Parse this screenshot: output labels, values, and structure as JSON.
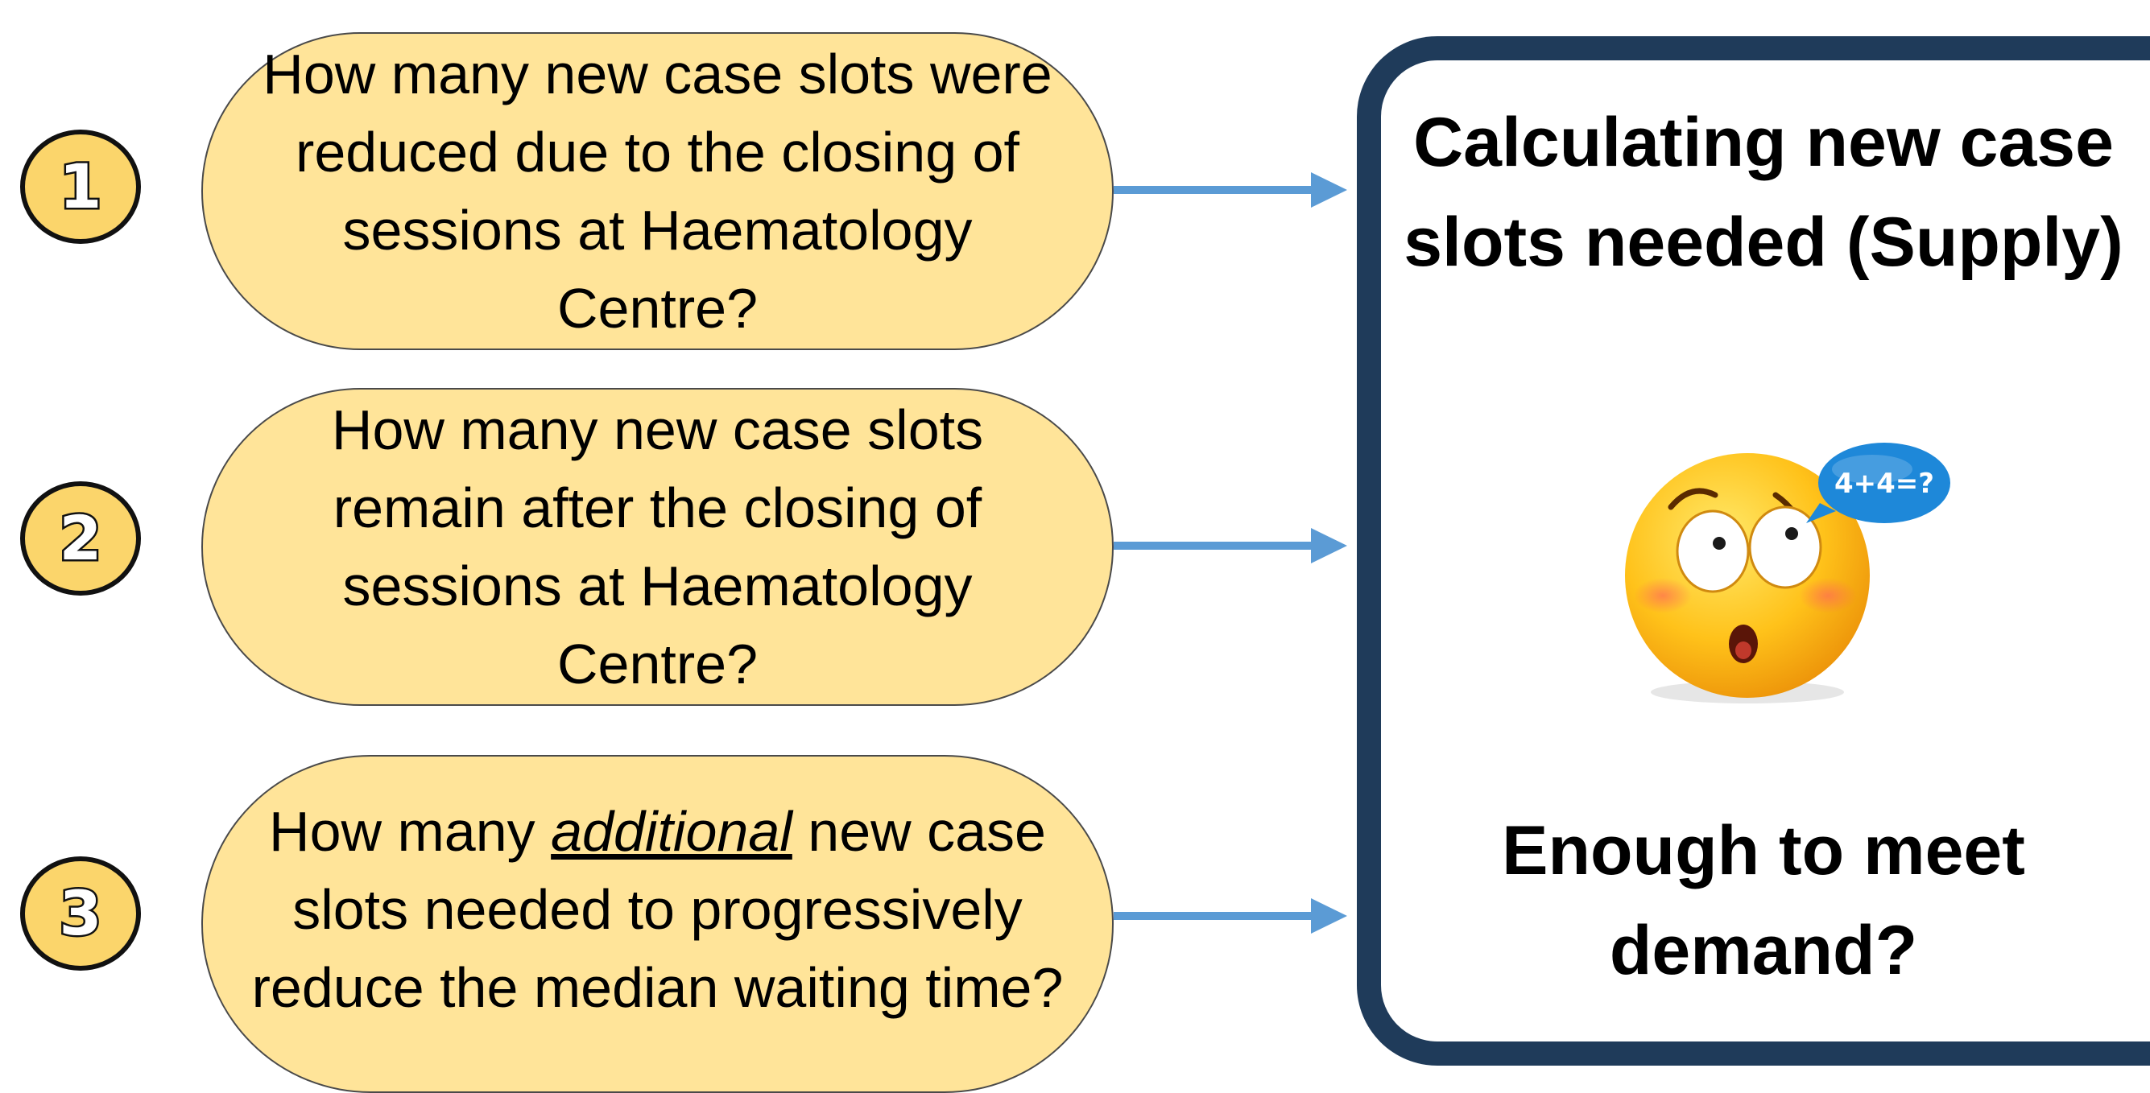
{
  "diagram": {
    "steps": [
      {
        "number": "1",
        "question": "How many new case slots were reduced due to the closing of sessions at Haematology Centre?"
      },
      {
        "number": "2",
        "question": "How many new case slots remain after the closing of sessions at Haematology Centre?"
      },
      {
        "number": "3",
        "question_prefix": "How many ",
        "question_emphasis": "additional",
        "question_suffix": " new case slots needed to progressively reduce the median waiting time?"
      }
    ],
    "panel": {
      "title": "Calculating new case slots needed (Supply)",
      "bubble_text": "4+4=?",
      "bottom_text": "Enough to meet demand?"
    },
    "colors": {
      "pill_fill": "#ffe499",
      "circle_fill": "#fbd56b",
      "arrow": "#5b9bd5",
      "panel_border": "#1f3b5a",
      "bubble": "#1e88d9"
    },
    "icons": [
      "confused-face-icon",
      "speech-bubble-icon"
    ]
  }
}
